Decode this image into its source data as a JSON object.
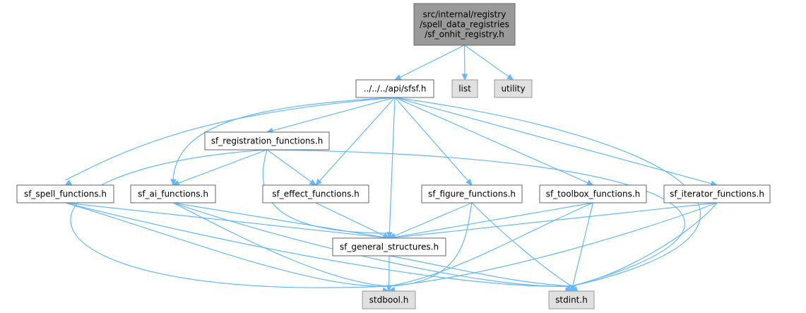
{
  "graph": {
    "colors": {
      "edge": "#63b8ff",
      "root_fill": "#999999",
      "external_fill": "#e0e0e0",
      "node_fill": "#ffffff",
      "border": "#666666"
    },
    "nodes": [
      {
        "id": "root",
        "kind": "root",
        "lines": [
          "src/internal/registry",
          "/spell_data_registries",
          "/sf_onhit_registry.h"
        ]
      },
      {
        "id": "sfsf",
        "kind": "normal",
        "lines": [
          "../../../api/sfsf.h"
        ]
      },
      {
        "id": "list",
        "kind": "external",
        "lines": [
          "list"
        ]
      },
      {
        "id": "utility",
        "kind": "external",
        "lines": [
          "utility"
        ]
      },
      {
        "id": "reg",
        "kind": "normal",
        "lines": [
          "sf_registration_functions.h"
        ]
      },
      {
        "id": "spell",
        "kind": "normal",
        "lines": [
          "sf_spell_functions.h"
        ]
      },
      {
        "id": "ai",
        "kind": "normal",
        "lines": [
          "sf_ai_functions.h"
        ]
      },
      {
        "id": "effect",
        "kind": "normal",
        "lines": [
          "sf_effect_functions.h"
        ]
      },
      {
        "id": "figure",
        "kind": "normal",
        "lines": [
          "sf_figure_functions.h"
        ]
      },
      {
        "id": "toolbox",
        "kind": "normal",
        "lines": [
          "sf_toolbox_functions.h"
        ]
      },
      {
        "id": "iter",
        "kind": "normal",
        "lines": [
          "sf_iterator_functions.h"
        ]
      },
      {
        "id": "gen",
        "kind": "normal",
        "lines": [
          "sf_general_structures.h"
        ]
      },
      {
        "id": "stdbool",
        "kind": "external",
        "lines": [
          "stdbool.h"
        ]
      },
      {
        "id": "stdint",
        "kind": "external",
        "lines": [
          "stdint.h"
        ]
      }
    ],
    "edges": [
      [
        "root",
        "sfsf"
      ],
      [
        "root",
        "list"
      ],
      [
        "root",
        "utility"
      ],
      [
        "sfsf",
        "reg"
      ],
      [
        "sfsf",
        "spell"
      ],
      [
        "sfsf",
        "ai"
      ],
      [
        "sfsf",
        "effect"
      ],
      [
        "sfsf",
        "figure"
      ],
      [
        "sfsf",
        "toolbox"
      ],
      [
        "sfsf",
        "iter"
      ],
      [
        "sfsf",
        "gen"
      ],
      [
        "sfsf",
        "stdint"
      ],
      [
        "reg",
        "ai"
      ],
      [
        "reg",
        "effect"
      ],
      [
        "reg",
        "gen"
      ],
      [
        "reg",
        "stdbool"
      ],
      [
        "reg",
        "stdint"
      ],
      [
        "spell",
        "gen"
      ],
      [
        "spell",
        "stdbool"
      ],
      [
        "spell",
        "stdint"
      ],
      [
        "ai",
        "gen"
      ],
      [
        "ai",
        "stdbool"
      ],
      [
        "ai",
        "stdint"
      ],
      [
        "effect",
        "gen"
      ],
      [
        "figure",
        "gen"
      ],
      [
        "figure",
        "stdbool"
      ],
      [
        "figure",
        "stdint"
      ],
      [
        "toolbox",
        "gen"
      ],
      [
        "toolbox",
        "stdbool"
      ],
      [
        "toolbox",
        "stdint"
      ],
      [
        "iter",
        "gen"
      ],
      [
        "iter",
        "stdbool"
      ],
      [
        "iter",
        "stdint"
      ],
      [
        "gen",
        "stdbool"
      ],
      [
        "gen",
        "stdint"
      ]
    ]
  }
}
